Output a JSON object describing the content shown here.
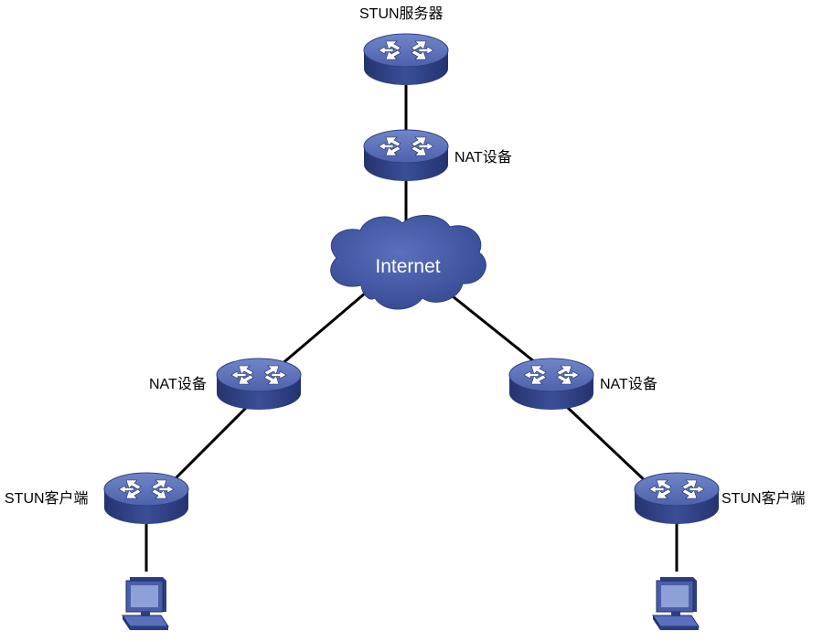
{
  "labels": {
    "stun_server": "STUN服务器",
    "nat_top": "NAT设备",
    "cloud": "Internet",
    "nat_left": "NAT设备",
    "nat_right": "NAT设备",
    "client_left": "STUN客户端",
    "client_right": "STUN客户端"
  },
  "colors": {
    "device_top": "#5a6fb4",
    "device_side": "#2f3f86",
    "cloud": "#3b4f9e",
    "pc": "#4a5ea8",
    "link": "#000000"
  },
  "icons": {
    "router": "router-icon",
    "cloud": "cloud-icon",
    "pc": "pc-icon"
  }
}
